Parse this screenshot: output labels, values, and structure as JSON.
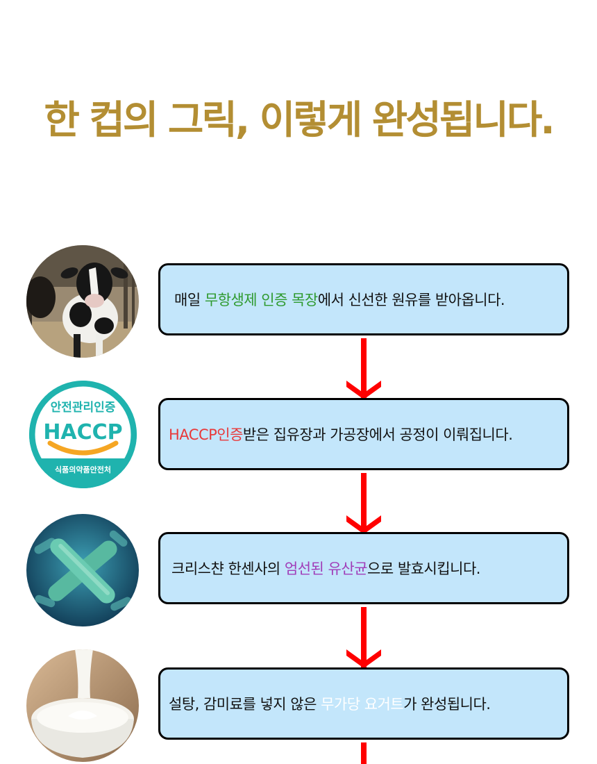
{
  "title": "한 컵의 그릭, 이렇게 완성됩니다.",
  "colors": {
    "title": "#b38e33",
    "box_fill": "#c3e6fb",
    "box_border": "#000000",
    "arrow": "#ff0000",
    "green": "#2e9a2e",
    "red": "#e8393a",
    "purple": "#a03cb8",
    "white": "#ffffff"
  },
  "badge": {
    "top_text": "안전관리인증",
    "main_text": "HACCP",
    "bottom_text": "식품의약품안전처"
  },
  "steps": [
    {
      "image": "calf-photo",
      "parts": [
        {
          "text": "매일 ",
          "color": "#111111"
        },
        {
          "text": "무항생제 인증 목장",
          "color": "#2e9a2e"
        },
        {
          "text": "에서 신선한 원유를 받아옵니다.",
          "color": "#111111"
        }
      ]
    },
    {
      "image": "haccp-badge",
      "parts": [
        {
          "text": "HACCP인증",
          "color": "#e8393a"
        },
        {
          "text": "받은 집유장과 가공장에서 공정이 이뤄집니다.",
          "color": "#111111"
        }
      ]
    },
    {
      "image": "bacteria-illustration",
      "parts": [
        {
          "text": "크리스챤 한센사의 ",
          "color": "#111111"
        },
        {
          "text": "엄선된 유산균",
          "color": "#a03cb8"
        },
        {
          "text": "으로 발효시킵니다.",
          "color": "#111111"
        }
      ]
    },
    {
      "image": "milk-pouring-photo",
      "parts": [
        {
          "text": "설탕, 감미료를 넣지 않은 ",
          "color": "#111111"
        },
        {
          "text": "무가당 요거트",
          "color": "#ffffff"
        },
        {
          "text": "가 완성됩니다.",
          "color": "#111111"
        }
      ]
    }
  ]
}
